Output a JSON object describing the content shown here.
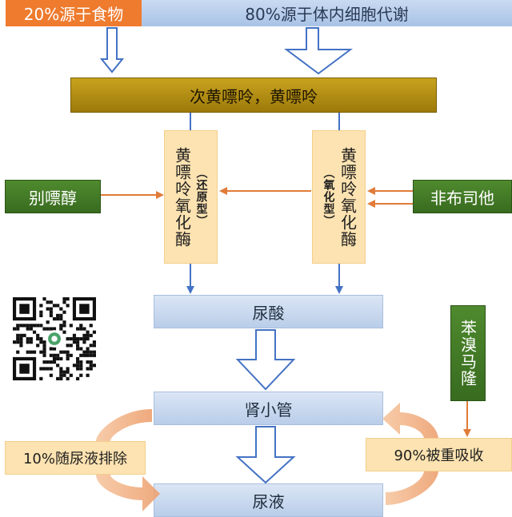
{
  "top": {
    "food": "20%源于食物",
    "body": "80%源于体内细胞代谢"
  },
  "main": {
    "purines": "次黄嘌呤，黄嘌呤",
    "uric_acid": "尿酸",
    "tubule": "肾小管",
    "urine": "尿液"
  },
  "enzymes": {
    "left_name": "黄嘌呤氧化酶",
    "left_type": "（还原型）",
    "right_name": "黄嘌呤氧化酶",
    "right_type": "（氧化型）"
  },
  "drugs": {
    "allopurinol": "别嘌醇",
    "febuxostat": "非布司他",
    "benzbromarone": "苯溴马隆"
  },
  "excretion": {
    "excreted": "10%随尿液排除",
    "reabsorbed": "90%被重吸收"
  },
  "colors": {
    "arrow_blue": "#4472c4",
    "arrow_orange": "#e07b39",
    "green": "#4a7f2a",
    "gold": "#b8921a"
  }
}
